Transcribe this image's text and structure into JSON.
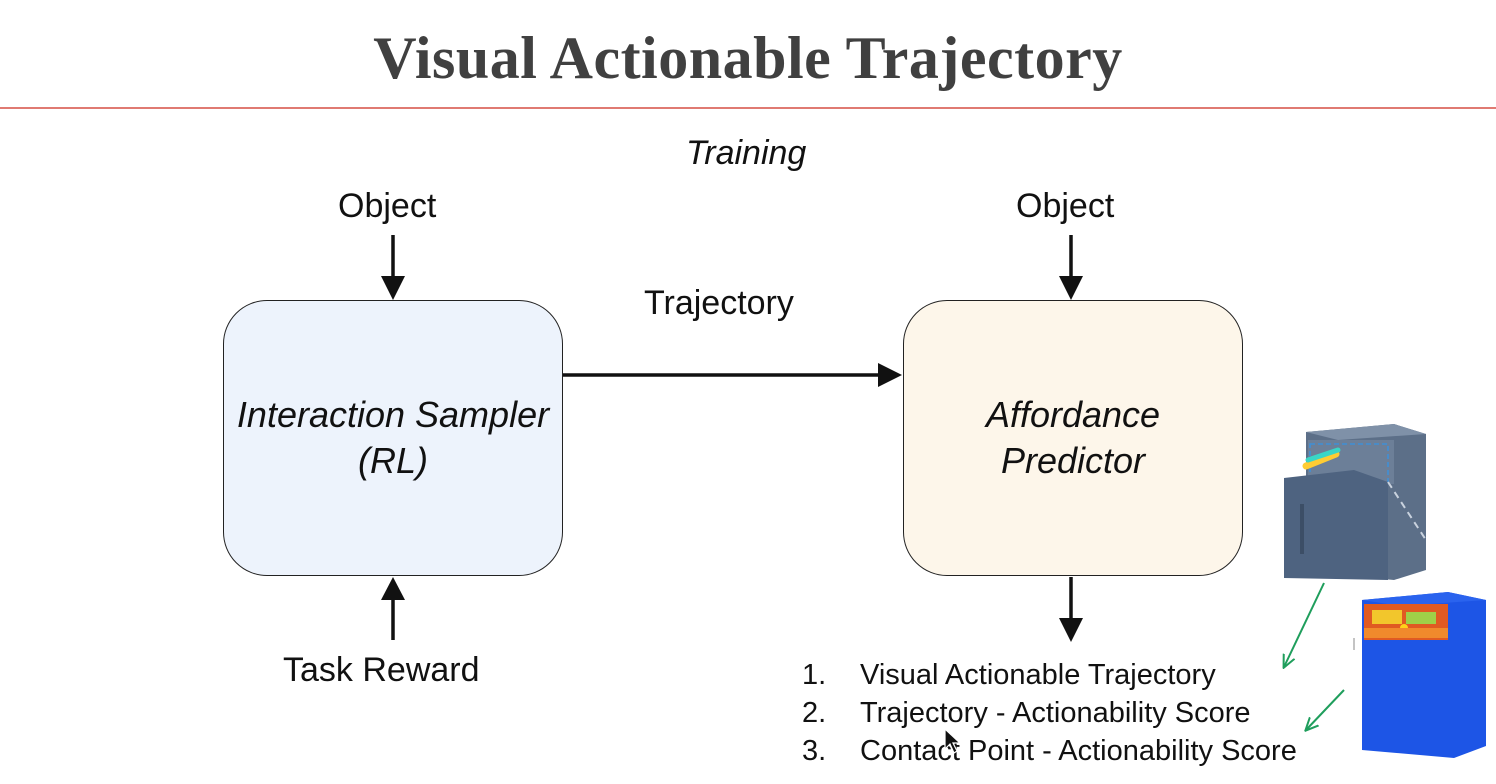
{
  "title": "Visual Actionable Trajectory",
  "section_label": "Training",
  "left": {
    "input_label": "Object",
    "box_label_line1": "Interaction Sampler",
    "box_label_line2": "(RL)",
    "feedback_label": "Task Reward",
    "box_color": "#edf3fc"
  },
  "edge_label": "Trajectory",
  "right": {
    "input_label": "Object",
    "box_label_line1": "Affordance",
    "box_label_line2": "Predictor",
    "box_color": "#fdf6ea"
  },
  "outputs": [
    {
      "num": "1.",
      "label": "Visual Actionable Trajectory"
    },
    {
      "num": "2.",
      "label": "Trajectory - Actionability Score"
    },
    {
      "num": "3.",
      "label": "Contact Point - Actionability Score"
    }
  ],
  "thumbnail_icons": [
    "cabinet-render-icon",
    "cabinet-heatmap-icon"
  ],
  "colors": {
    "rule": "#e07a72",
    "title": "#404040",
    "annotation_arrow": "#1f9e5c"
  }
}
